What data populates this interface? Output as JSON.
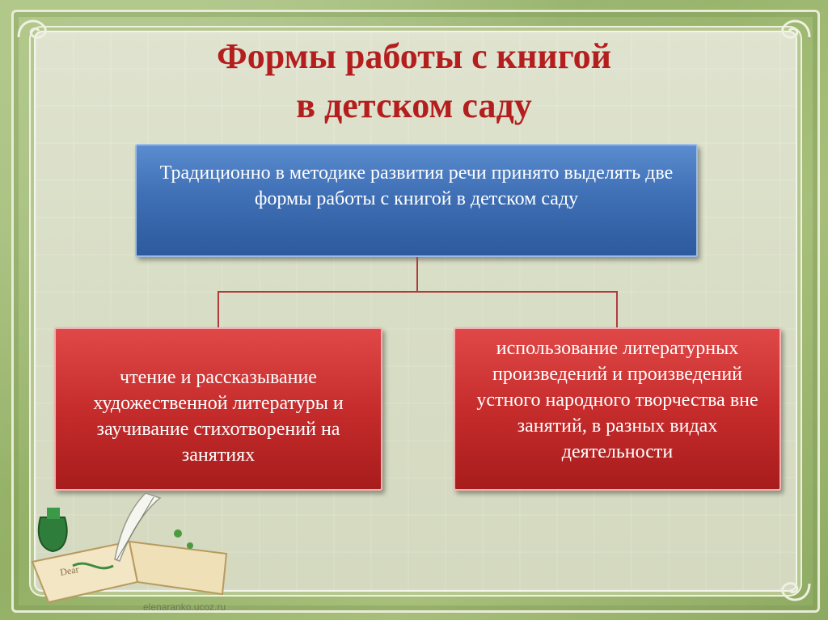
{
  "title": {
    "line1": "Формы работы с книгой",
    "line2": "в детском саду"
  },
  "diagram": {
    "root": "Традиционно в методике развития речи принято выделять две формы работы с книгой в детском саду",
    "children": [
      "чтение и рассказывание художественной литературы и заучивание стихотворений на занятиях",
      "использование литературных произведений и произведений устного народного творчества вне занятий, в разных видах деятельности"
    ]
  },
  "watermark": "elenaranko.ucoz.ru",
  "colors": {
    "title": "#b51e1e",
    "root_box": "#3f6fb5",
    "child_box": "#c62c2c",
    "connector": "#b13b3b"
  },
  "decorations": {
    "book_icon": "open-book-icon",
    "quill_icon": "quill-pen-icon",
    "inkwell_icon": "green-inkwell-icon",
    "book_text": "Dear"
  }
}
